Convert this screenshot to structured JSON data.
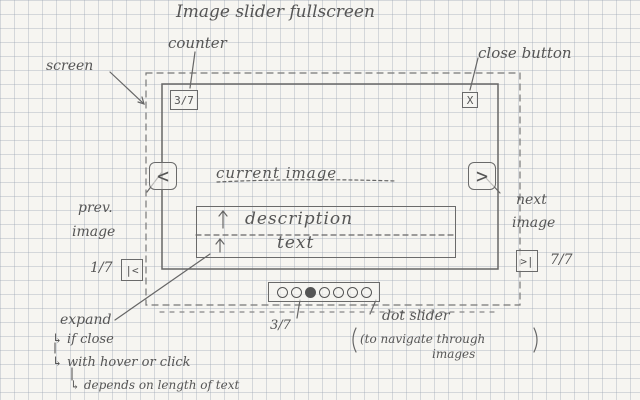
{
  "title": "Image slider fullscreen",
  "annotations": {
    "counter": "counter",
    "close_button": "close button",
    "screen": "screen",
    "current_image": "current image",
    "prev_image": [
      "prev.",
      "image"
    ],
    "next_image": [
      "next",
      "image"
    ],
    "first_page": "1/7",
    "last_page": "7/7",
    "dot_slider": "dot slider",
    "dot_slider_note": [
      "(to navigate through",
      "images"
    ],
    "below_counter": "3/7",
    "expand_notes": [
      "expand",
      "↳ if close",
      "↳ with hover or click",
      "↳ depends on length of text"
    ]
  },
  "slider": {
    "counter": "3/7",
    "close_glyph": "X",
    "prev_glyph": "<",
    "next_glyph": ">",
    "first_glyph": "|<",
    "last_glyph": ">|",
    "description_lines": [
      "description",
      "text"
    ],
    "dots": {
      "total": 7,
      "active": 3
    }
  }
}
